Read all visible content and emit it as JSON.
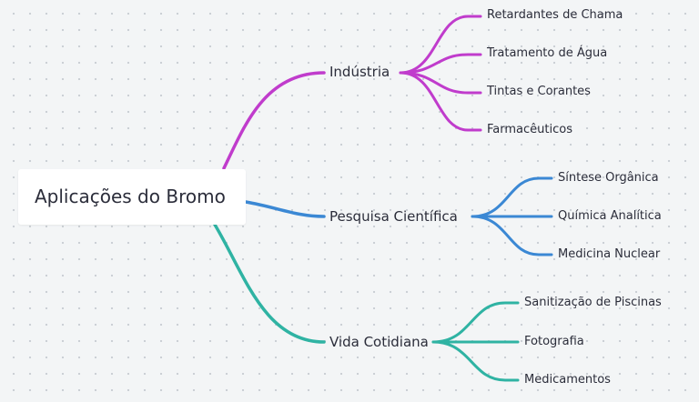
{
  "root": {
    "label": "Aplicações do Bromo"
  },
  "colors": {
    "industria": "#c03ccc",
    "pesquisa": "#3b88d4",
    "vida": "#2fb3a3",
    "text": "#2b2d3a",
    "background": "#f3f5f6",
    "grid_dot": "#c9ced3"
  },
  "branches": [
    {
      "label": "Indústria",
      "color_key": "industria",
      "children": [
        {
          "label": "Retardantes de Chama"
        },
        {
          "label": "Tratamento de Água"
        },
        {
          "label": "Tintas e Corantes"
        },
        {
          "label": "Farmacêuticos"
        }
      ]
    },
    {
      "label": "Pesquisa Científica",
      "color_key": "pesquisa",
      "children": [
        {
          "label": "Síntese Orgânica"
        },
        {
          "label": "Química Analítica"
        },
        {
          "label": "Medicina Nuclear"
        }
      ]
    },
    {
      "label": "Vida Cotidiana",
      "color_key": "vida",
      "children": [
        {
          "label": "Sanitização de Piscinas"
        },
        {
          "label": "Fotografia"
        },
        {
          "label": "Medicamentos"
        }
      ]
    }
  ]
}
